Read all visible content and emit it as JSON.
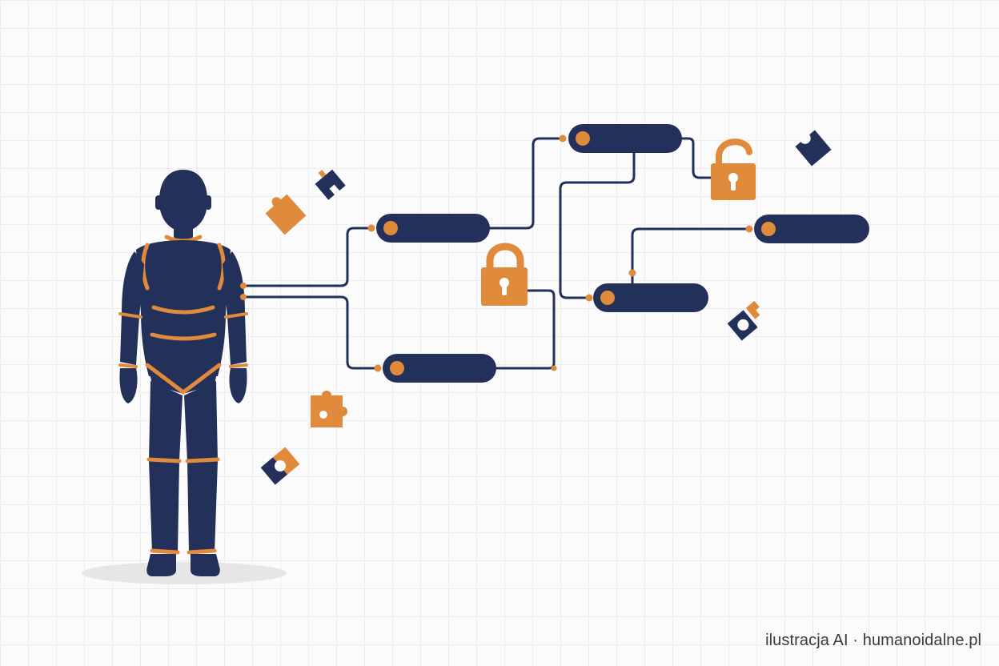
{
  "caption": {
    "credit": "ilustracja AI",
    "separator": " · ",
    "site": "humanoidalne.pl"
  },
  "colors": {
    "navy": "#22305a",
    "orange": "#e08a3c",
    "grid": "#ececec",
    "background": "#fbfbfb",
    "shadow": "#e6e6e6"
  },
  "diagram": {
    "figure": "humanoid-robot",
    "node_count": 6,
    "locks": [
      "locked",
      "unlocked"
    ],
    "puzzle_piece_count": 6
  }
}
